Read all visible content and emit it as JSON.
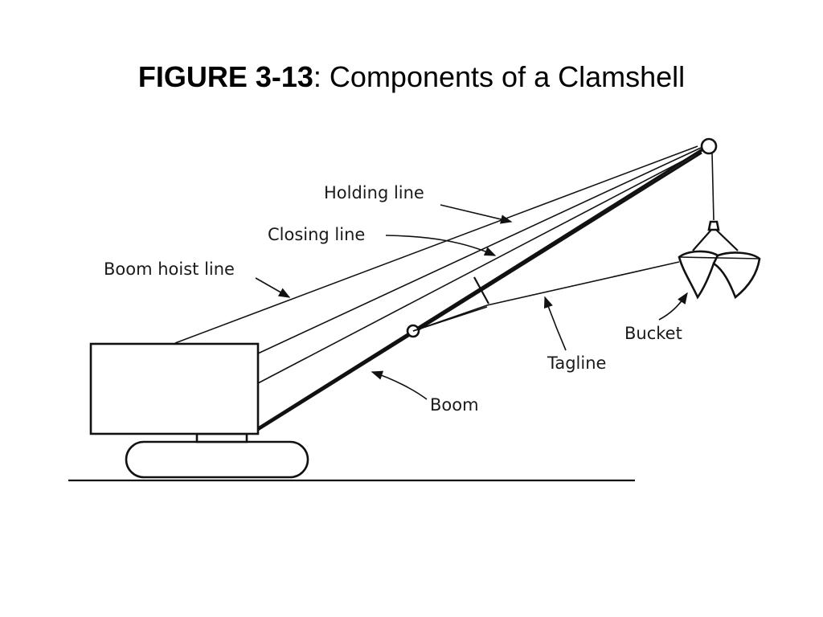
{
  "figure": {
    "number": "FIGURE 3-13",
    "separator": ":",
    "caption": " Components of a Clamshell"
  },
  "labels": {
    "holding_line": "Holding line",
    "closing_line": "Closing line",
    "boom_hoist_line": "Boom hoist line",
    "bucket": "Bucket",
    "tagline": "Tagline",
    "boom": "Boom"
  }
}
